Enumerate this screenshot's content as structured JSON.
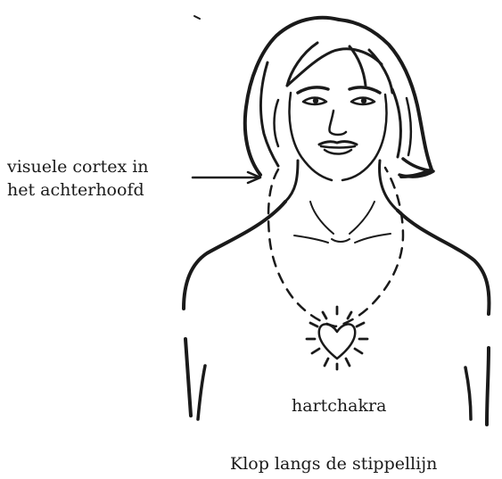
{
  "labels": {
    "cortex_line1": "visuele cortex in",
    "cortex_line2": "het achterhoofd",
    "heart": "hartchakra"
  },
  "caption": "Klop langs de stippellijn",
  "colors": {
    "ink": "#1a1a1a",
    "background": "#ffffff"
  },
  "icons": {
    "heart": "heart-icon",
    "arrow": "arrow-right-icon"
  }
}
